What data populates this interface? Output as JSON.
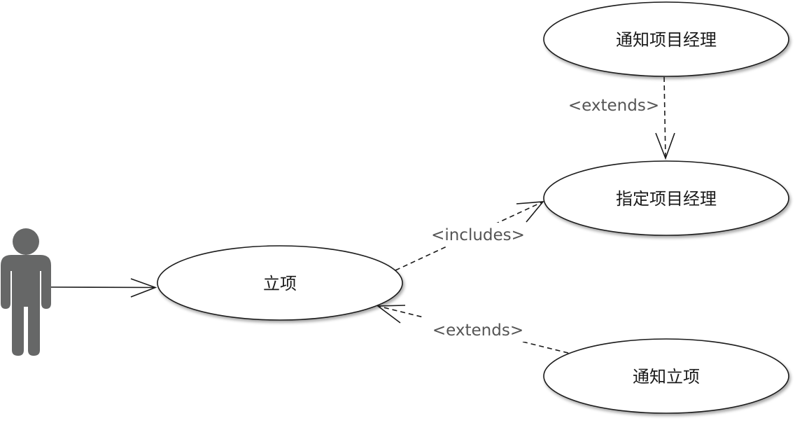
{
  "diagram": {
    "actor": {
      "icon": "person-icon",
      "color": "#666767"
    },
    "use_cases": {
      "establish_project": "立项",
      "assign_pm": "指定项目经理",
      "notify_pm": "通知项目经理",
      "notify_establish": "通知立项"
    },
    "relations": {
      "includes": "<includes>",
      "extends_notify_pm": "<extends>",
      "extends_notify_establish": "<extends>"
    }
  }
}
